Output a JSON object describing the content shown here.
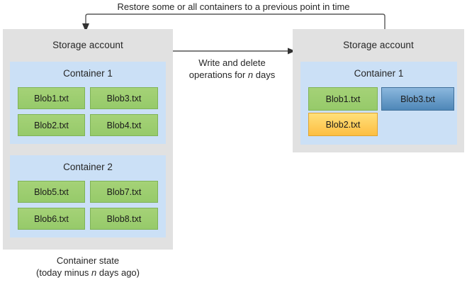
{
  "diagram": {
    "top_label": "Restore some or all containers to a previous point in time",
    "middle_label_line1": "Write and delete",
    "middle_label_line2_pre": "operations for ",
    "middle_label_line2_em": "n",
    "middle_label_line2_post": " days",
    "left_caption_line1": "Container state",
    "left_caption_line2_pre": "(today minus ",
    "left_caption_line2_em": "n",
    "left_caption_line2_post": " days ago)",
    "colors": {
      "storage_account_bg": "#E1E1E1",
      "container_bg": "#CBE0F6",
      "blob_green": "#96CA6A",
      "blob_blue": "#4E87B8",
      "blob_yellow": "#FDBE42",
      "arrow": "#404040",
      "text": "#262626"
    }
  },
  "left_storage_account": {
    "title": "Storage account",
    "containers": [
      {
        "title": "Container 1",
        "blobs": [
          {
            "label": "Blob1.txt",
            "state": "green"
          },
          {
            "label": "Blob3.txt",
            "state": "green"
          },
          {
            "label": "Blob2.txt",
            "state": "green"
          },
          {
            "label": "Blob4.txt",
            "state": "green"
          }
        ]
      },
      {
        "title": "Container 2",
        "blobs": [
          {
            "label": "Blob5.txt",
            "state": "green"
          },
          {
            "label": "Blob7.txt",
            "state": "green"
          },
          {
            "label": "Blob6.txt",
            "state": "green"
          },
          {
            "label": "Blob8.txt",
            "state": "green"
          }
        ]
      }
    ]
  },
  "right_storage_account": {
    "title": "Storage account",
    "containers": [
      {
        "title": "Container 1",
        "blobs": [
          {
            "label": "Blob1.txt",
            "state": "green"
          },
          {
            "label": "Blob3.txt",
            "state": "blue"
          },
          {
            "label": "Blob2.txt",
            "state": "yellow"
          }
        ]
      }
    ]
  }
}
